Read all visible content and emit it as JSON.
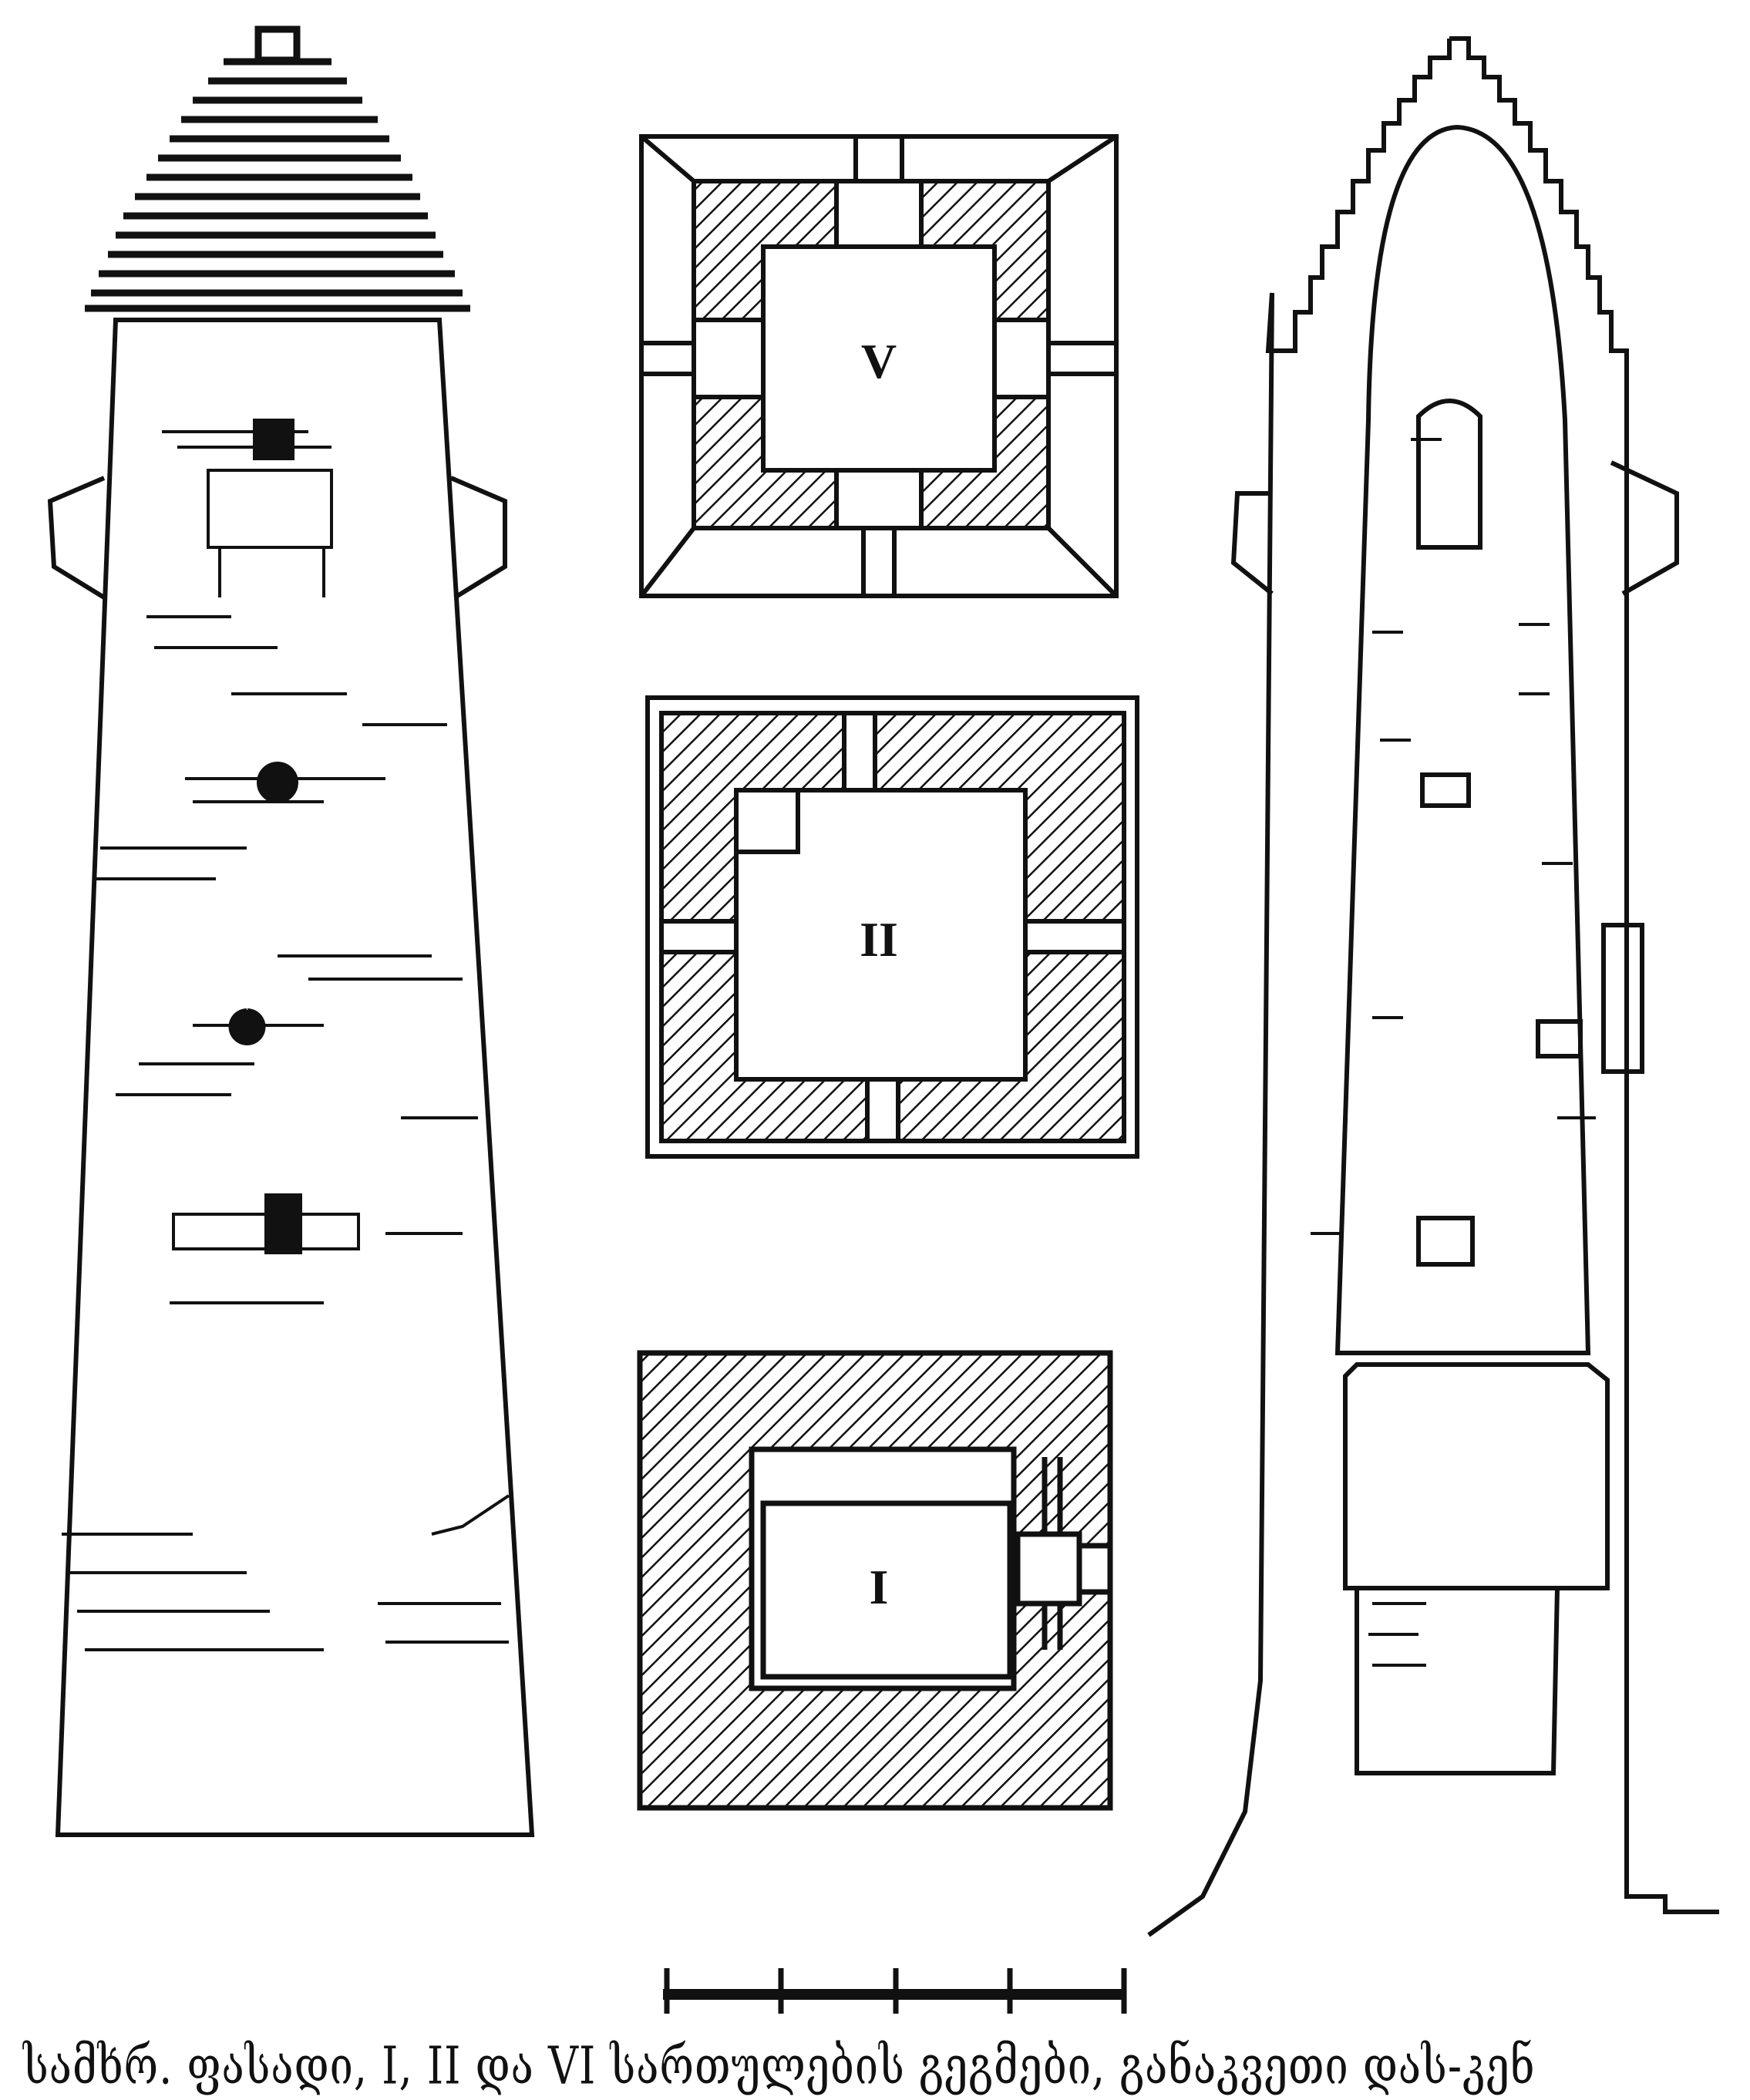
{
  "plans": [
    {
      "label": "V"
    },
    {
      "label": "II"
    },
    {
      "label": "I"
    }
  ],
  "scale_bar": {
    "divisions": 4
  },
  "caption": "სამხრ. ფასადი, I, II და VI სართულების გეგმები, განაკვეთი დას-კენ",
  "colors": {
    "ink": "#111111",
    "paper": "#ffffff"
  }
}
